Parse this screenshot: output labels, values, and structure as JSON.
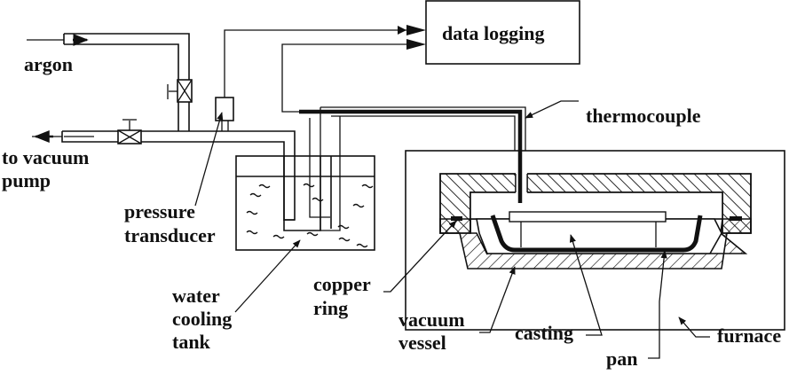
{
  "figure": {
    "type": "schematic",
    "description": "Experimental setup: vacuum casting furnace with data logging"
  },
  "colors": {
    "line": "#111111",
    "background": "#ffffff"
  },
  "labels": {
    "argon": "argon",
    "to_vacuum_line1": "to vacuum",
    "to_vacuum_line2": "pump",
    "pressure_line1": "pressure",
    "pressure_line2": "transducer",
    "water_line1": "water",
    "water_line2": "cooling",
    "water_line3": "tank",
    "data_logging": "data logging",
    "thermocouple": "thermocouple",
    "copper_line1": "copper",
    "copper_line2": "ring",
    "vacuum_line1": "vacuum",
    "vacuum_line2": "vessel",
    "casting": "casting",
    "pan": "pan",
    "furnace": "furnace"
  }
}
